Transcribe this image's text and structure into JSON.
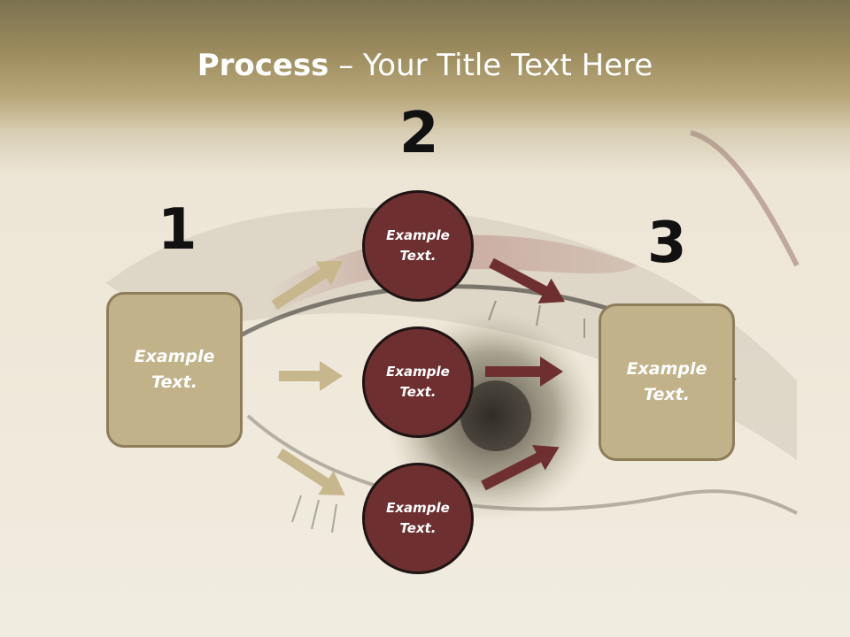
{
  "title": {
    "bold": "Process",
    "rest": " – Your Title Text Here"
  },
  "steps": [
    {
      "number": "1",
      "text": "Example\nText."
    },
    {
      "number": "2",
      "text": "Example\nText."
    },
    {
      "number": "3",
      "text": "Example\nText."
    }
  ],
  "circles": [
    {
      "text": "Example\nText."
    },
    {
      "text": "Example\nText."
    },
    {
      "text": "Example\nText."
    }
  ],
  "colors": {
    "box_fill": "#c2b28a",
    "box_border": "#8e7d5a",
    "circle_fill": "#6e2f30",
    "arrow_light": "#c8b68c",
    "arrow_dark": "#6e2f30"
  }
}
